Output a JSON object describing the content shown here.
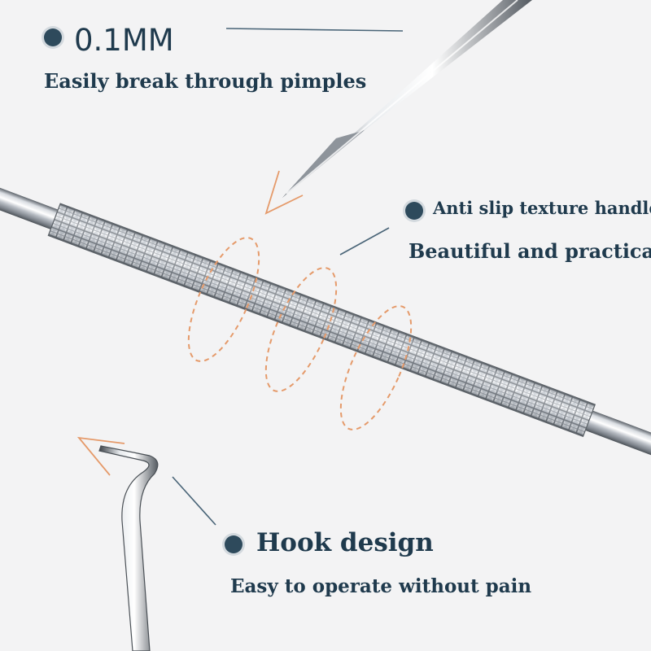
{
  "features": [
    {
      "title": "0.1MM",
      "subtitle": "Easily break through pimples"
    },
    {
      "title": "Anti slip texture handle",
      "subtitle": "Beautiful and practical"
    },
    {
      "title": "Hook design",
      "subtitle": "Easy to operate without pain"
    }
  ],
  "colors": {
    "background": "#f3f3f4",
    "text": "#1f3a4d",
    "dot": "#2e4a5c",
    "accent_orange": "#e59a6a",
    "leader_line": "#4a6578",
    "steel_light": "#f6f7f9",
    "steel_dark": "#5b6168"
  }
}
